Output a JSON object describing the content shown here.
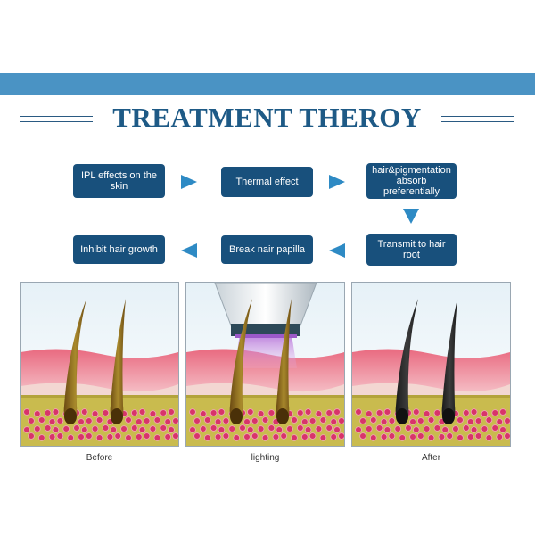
{
  "title": "TREATMENT THEROY",
  "colors": {
    "accent_band": "#4a93c4",
    "title": "#1e5a86",
    "step_box": "#18507c",
    "arrow": "#2e8ac4"
  },
  "steps": [
    {
      "label": "IPL effects on the skin"
    },
    {
      "label": "Thermal effect"
    },
    {
      "label": "hair&pigmentation absorb preferentially"
    },
    {
      "label": "Transmit to hair root"
    },
    {
      "label": "Break nair papilla"
    },
    {
      "label": "Inhibit hair growth"
    }
  ],
  "panels": [
    {
      "caption": "Before",
      "hair_color": "#6b4a12",
      "light": false
    },
    {
      "caption": "lighting",
      "hair_color": "#6b4a12",
      "light": true
    },
    {
      "caption": "After",
      "hair_color": "#1a1a1a",
      "light": false
    }
  ]
}
